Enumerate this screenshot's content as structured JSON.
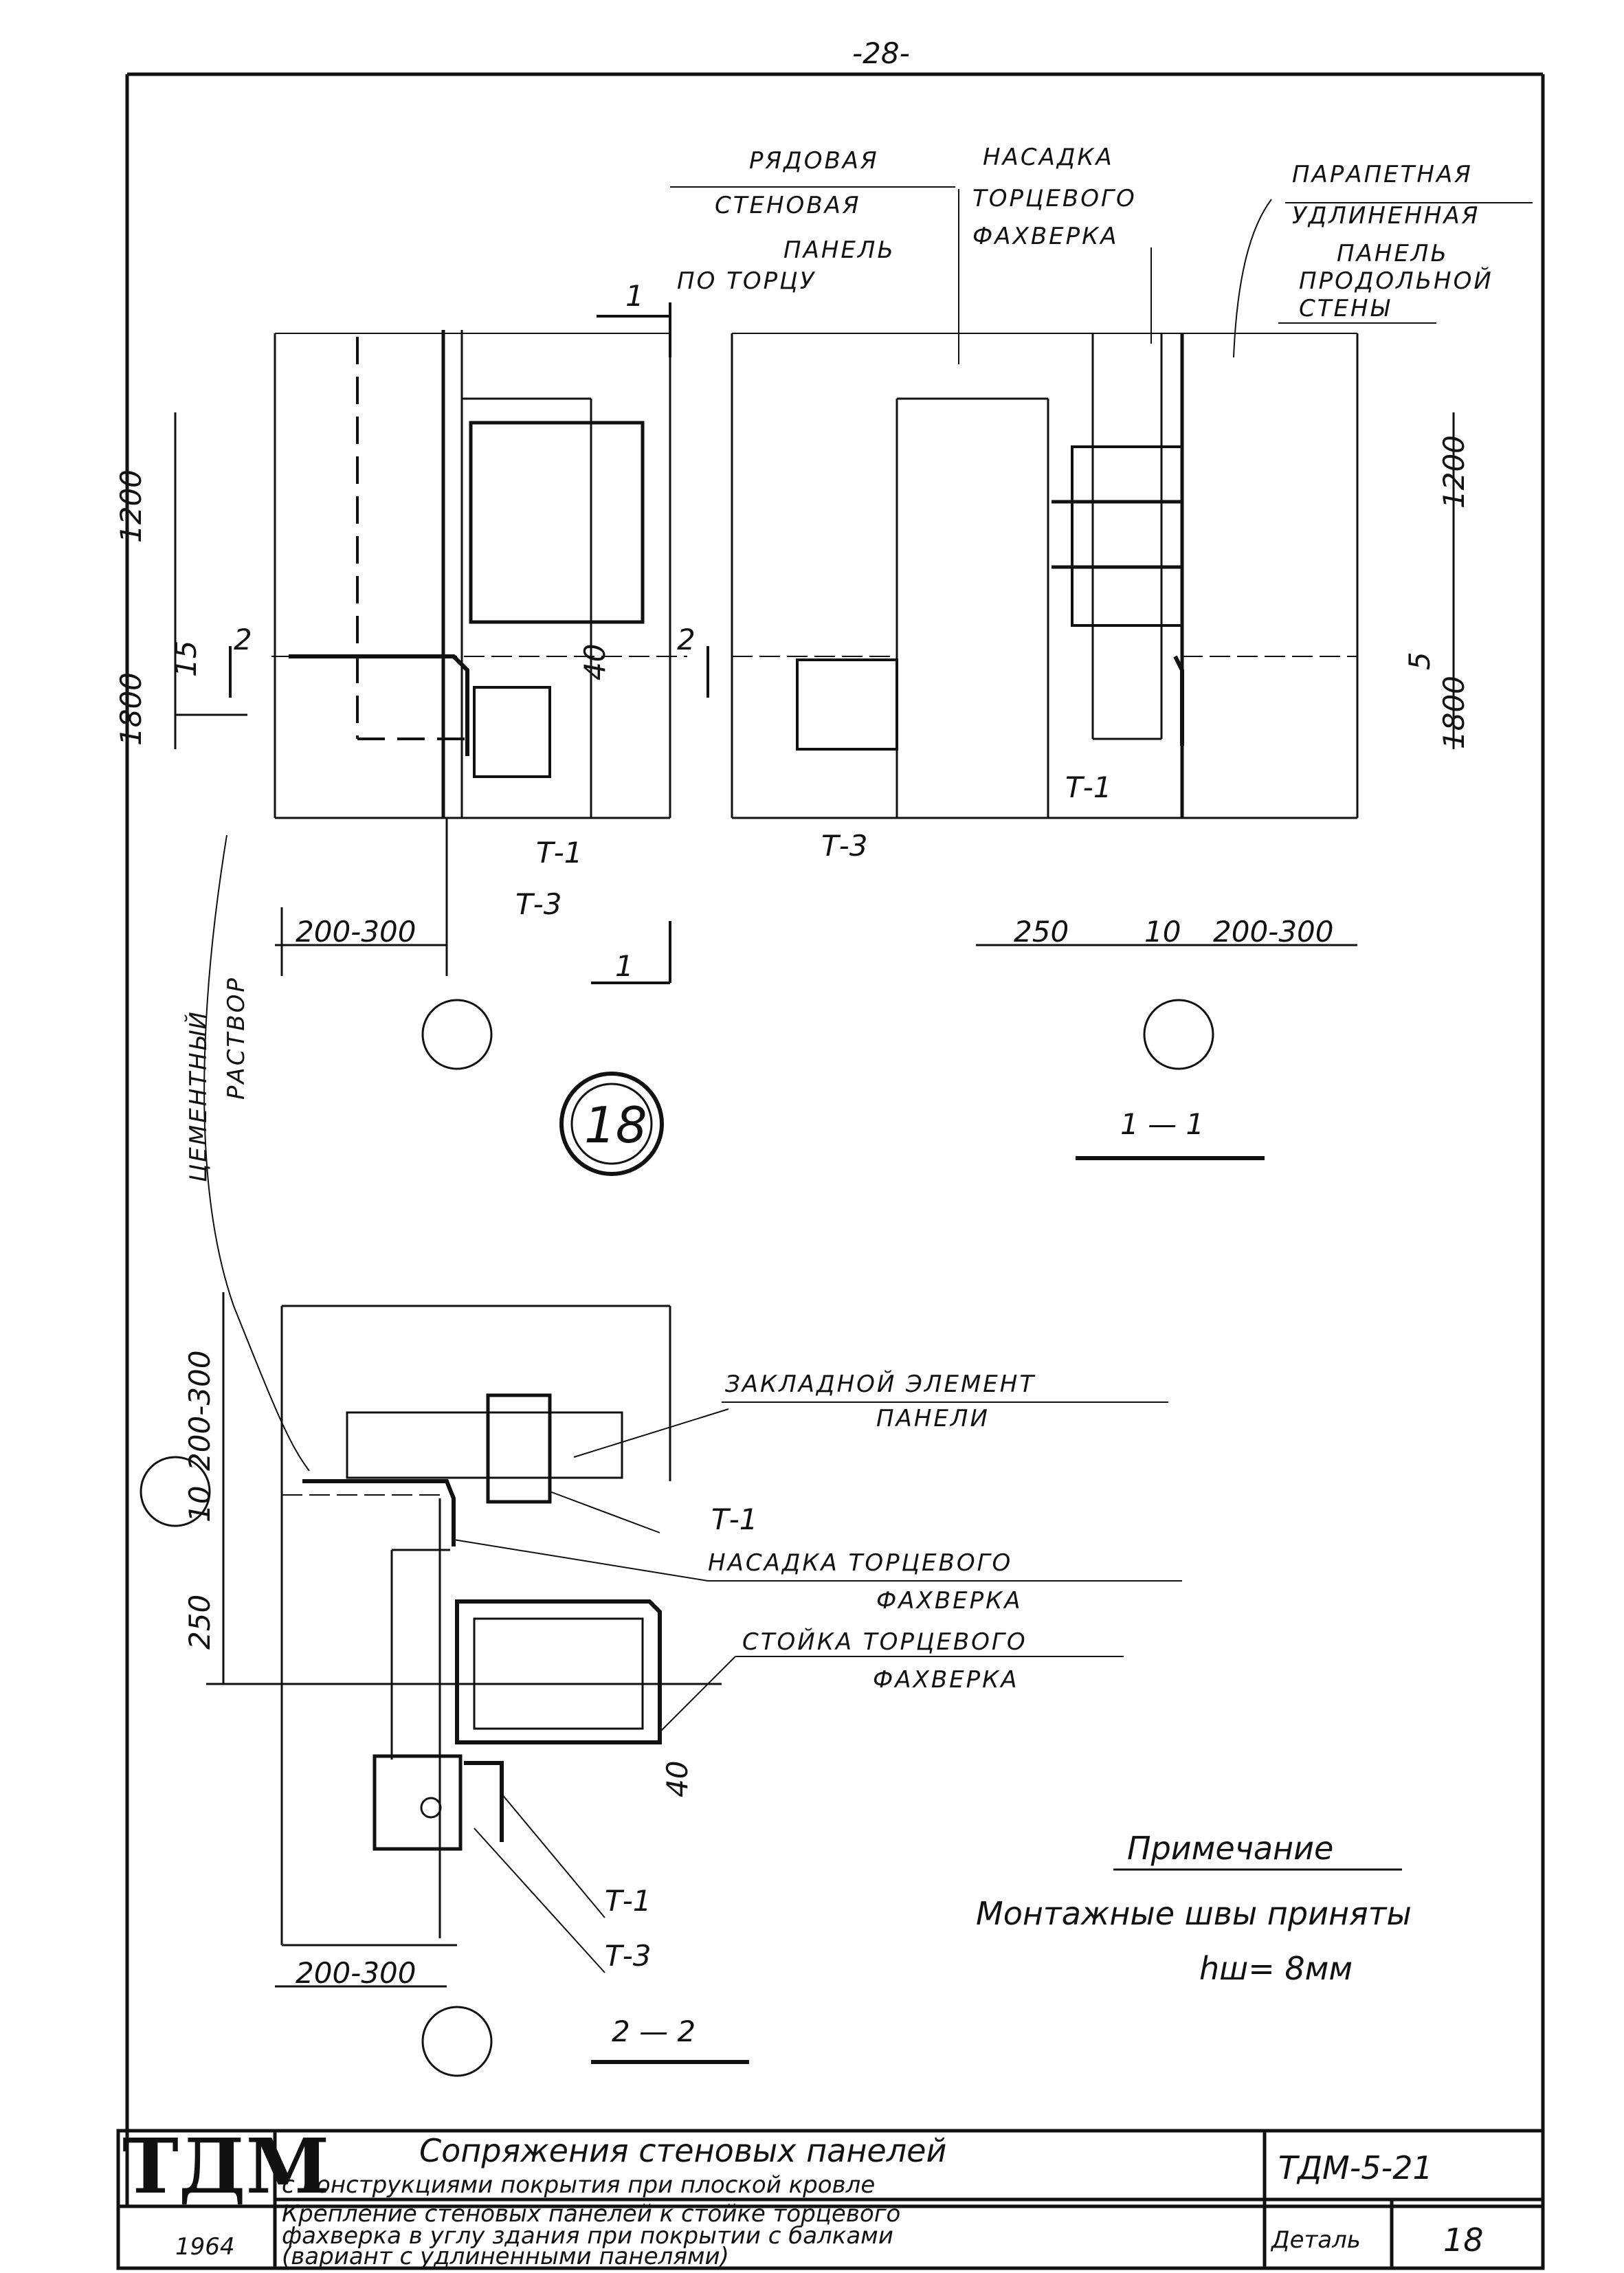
{
  "page_number": "-28-",
  "labels": {
    "row_panel_l1": "РЯДОВАЯ",
    "row_panel_l2": "СТЕНОВАЯ",
    "row_panel_l3": "ПАНЕЛЬ",
    "row_panel_l4": "ПО ТОРЦУ",
    "cap_l1": "НАСАДКА",
    "cap_l2": "ТОРЦЕВОГО",
    "cap_l3": "ФАХВЕРКА",
    "parapet_l1": "ПАРАПЕТНАЯ",
    "parapet_l2": "УДЛИНЕННАЯ",
    "parapet_l3": "ПАНЕЛЬ",
    "parapet_l4": "ПРОДОЛЬНОЙ",
    "parapet_l5": "СТЕНЫ",
    "cement_l1": "ЦЕМЕНТНЫЙ",
    "cement_l2": "РАСТВОР",
    "embed_l1": "ЗАКЛАДНОЙ ЭЛЕМЕНТ",
    "embed_l2": "ПАНЕЛИ",
    "cap2_l1": "НАСАДКА ТОРЦЕВОГО",
    "cap2_l2": "ФАХВЕРКА",
    "post_l1": "СТОЙКА ТОРЦЕВОГО",
    "post_l2": "ФАХВЕРКА"
  },
  "marks": {
    "t1": "Т-1",
    "t3": "Т-3",
    "section_1": "1",
    "section_2": "2",
    "view_11": "1 — 1",
    "view_22": "2 — 2",
    "detail_circle": "18"
  },
  "dims": {
    "d1200": "1200",
    "d1800": "1800",
    "d15": "15",
    "d5": "5",
    "d40": "40",
    "d200_300": "200-300",
    "d250": "250",
    "d10": "10"
  },
  "note": {
    "title": "Примечание",
    "line1": "Монтажные швы приняты",
    "line2": "hш= 8мм"
  },
  "title_block": {
    "logo": "ТДМ",
    "year": "1964",
    "title_l1": "Сопряжения стеновых панелей",
    "title_l2": "с конструкциями покрытия при плоской кровле",
    "desc_l1": "Крепление стеновых панелей к стойке торцевого",
    "desc_l2": "фахверка в углу здания при покрытии с балками",
    "desc_l3": "(вариант с удлиненными панелями)",
    "code": "ТДМ-5-21",
    "detail_label": "Деталь",
    "detail_no": "18"
  }
}
